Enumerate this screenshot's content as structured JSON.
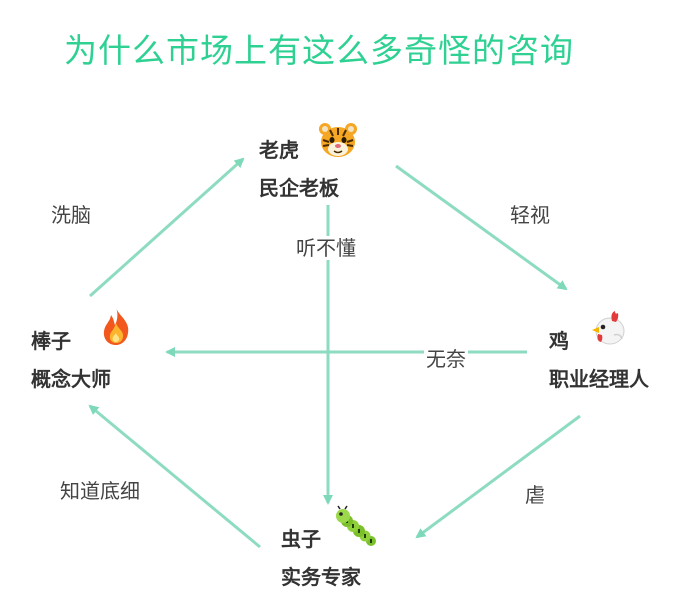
{
  "title": "为什么市场上有这么多奇怪的咨询",
  "nodes": {
    "tiger": {
      "line1": "老虎",
      "line2": "民企老板",
      "emoji": "tiger-face"
    },
    "chicken": {
      "line1": "鸡",
      "line2": "职业经理人",
      "emoji": "chicken"
    },
    "bug": {
      "line1": "虫子",
      "line2": "实务专家",
      "emoji": "caterpillar"
    },
    "stick": {
      "line1": "棒子",
      "line2": "概念大师",
      "emoji": "fire"
    }
  },
  "edges": {
    "brainwash": "洗脑",
    "despise": "轻视",
    "dont_understand": "听不懂",
    "helpless": "无奈",
    "abuse": "虐",
    "know_details": "知道底细"
  },
  "colors": {
    "title": "#2fd193",
    "arrow": "#7dd9b8"
  }
}
